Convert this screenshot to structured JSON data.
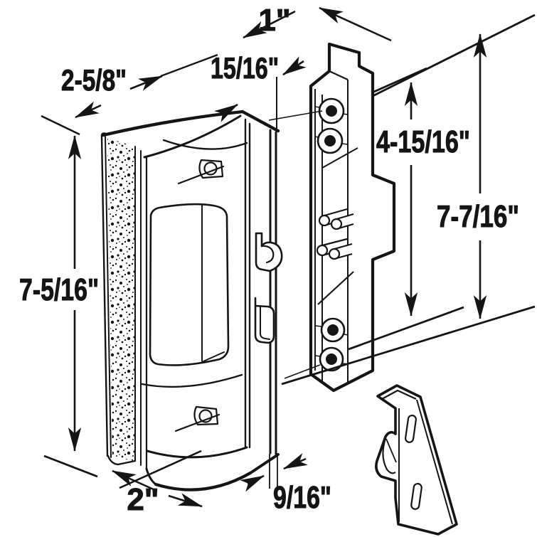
{
  "figure": {
    "kind": "technical-line-drawing",
    "subject": "Sliding patio door surface-mount handle set with latch plate and keeper bracket, shown with installation dimensions"
  },
  "colors": {
    "line": "#151515",
    "background": "#ffffff"
  },
  "dimensions": {
    "plate_top_width": {
      "label": "1\""
    },
    "jamb_offset": {
      "label": "15/16\""
    },
    "handle_face_width": {
      "label": "2-5/8\""
    },
    "screw_span": {
      "label": "4-15/16\""
    },
    "plate_height": {
      "label": "7-7/16\""
    },
    "handle_height": {
      "label": "7-5/16\""
    },
    "handle_base_width": {
      "label": "2\""
    },
    "edge_gap": {
      "label": "9/16\""
    }
  }
}
